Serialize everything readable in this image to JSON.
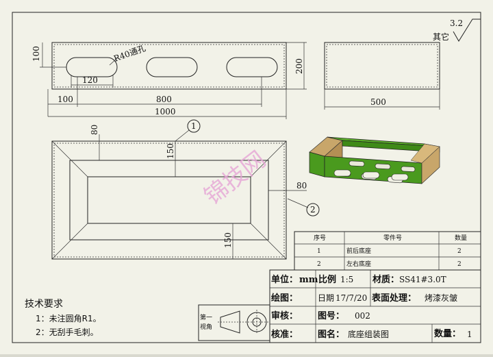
{
  "roughness": {
    "value": "3.2",
    "note": "其它"
  },
  "dimensions": {
    "top_height": "100",
    "slot_label": "R40通孔",
    "slot_width": "120",
    "slot_pitch": "800",
    "slot_edge": "100",
    "total_length": "1000",
    "side_height": "200",
    "side_width": "500",
    "frame_border": "80",
    "frame_inner_top": "150",
    "frame_right": "80",
    "frame_inner_bottom": "150"
  },
  "balloons": [
    "1",
    "2"
  ],
  "watermark": "锦技网",
  "bom": {
    "headers": [
      "序号",
      "零件号",
      "数量"
    ],
    "rows": [
      {
        "no": "1",
        "name": "前后底座",
        "qty": "2"
      },
      {
        "no": "2",
        "name": "左右底座",
        "qty": "2"
      }
    ]
  },
  "title_block": {
    "unit_label": "单位：",
    "unit_value": "mm",
    "scale_label": "比例",
    "scale_value": "1:5",
    "material_label": "材质：",
    "material_value": "SS41#3.0T",
    "drawing_label": "绘图：",
    "date_label": "日期",
    "date_value": "17/7/20",
    "surface_label": "表面处理：",
    "surface_value": "烤漆灰皱",
    "review_label": "审核：",
    "drawing_no_label": "图号：",
    "drawing_no_value": "002",
    "approve_label": "核准：",
    "name_label": "图名：",
    "name_value": "底座组装图",
    "qty_label": "数量：",
    "qty_value": "1"
  },
  "projection": {
    "line1": "第一",
    "line2": "视角"
  },
  "tech_requirements": {
    "title": "技术要求",
    "items": [
      "1：未注圆角R1。",
      "2：无刮手毛刺。"
    ]
  },
  "colors": {
    "part_green": "#4a9a1e",
    "part_tan": "#c8a66a",
    "watermark": "#e6a6d6"
  }
}
